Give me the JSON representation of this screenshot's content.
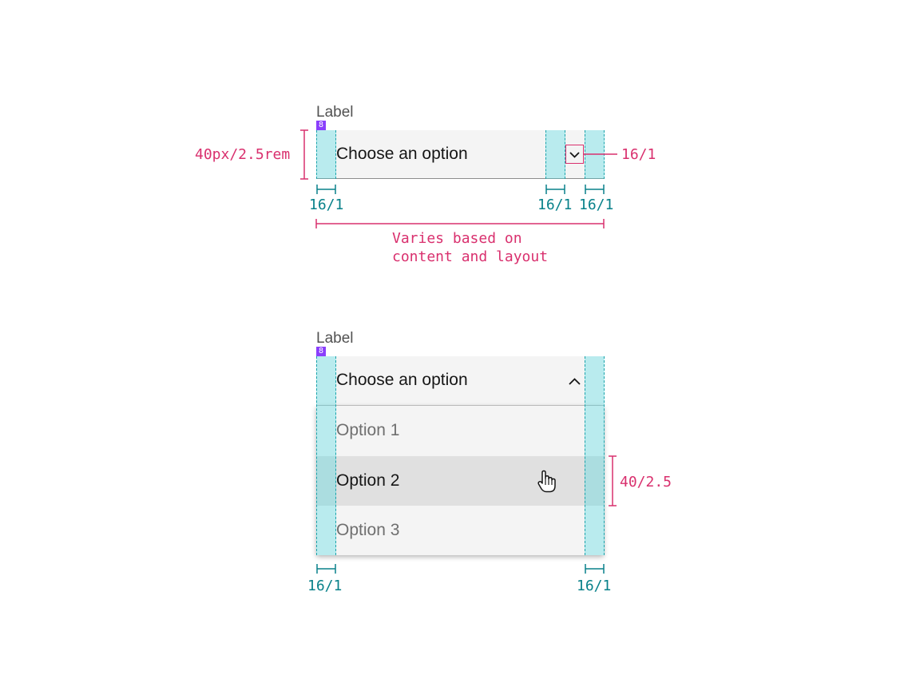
{
  "closed": {
    "label": "Label",
    "spacing_badge": "8",
    "placeholder": "Choose an option",
    "height_annotation": "40px/2.5rem",
    "chevron_annotation": "16/1",
    "left_pad_annotation": "16/1",
    "icon_pad_annotation": "16/1",
    "right_pad_annotation": "16/1",
    "width_annotation_line1": "Varies based on",
    "width_annotation_line2": "content and layout"
  },
  "open": {
    "label": "Label",
    "spacing_badge": "8",
    "placeholder": "Choose an option",
    "options": [
      "Option 1",
      "Option 2",
      "Option 3"
    ],
    "hovered_option": "Option 2",
    "item_height_annotation": "40/2.5",
    "left_pad_annotation": "16/1",
    "right_pad_annotation": "16/1"
  },
  "colors": {
    "field_background": "#f4f4f4",
    "hover_background": "#e0e0e0",
    "padding_highlight": "#32d7e1",
    "teal_annotation": "#08818a",
    "pink_annotation": "#d9306e",
    "badge": "#8a3ffc"
  },
  "icons": [
    "chevron-down-icon",
    "chevron-up-icon",
    "hand-pointer-icon"
  ]
}
